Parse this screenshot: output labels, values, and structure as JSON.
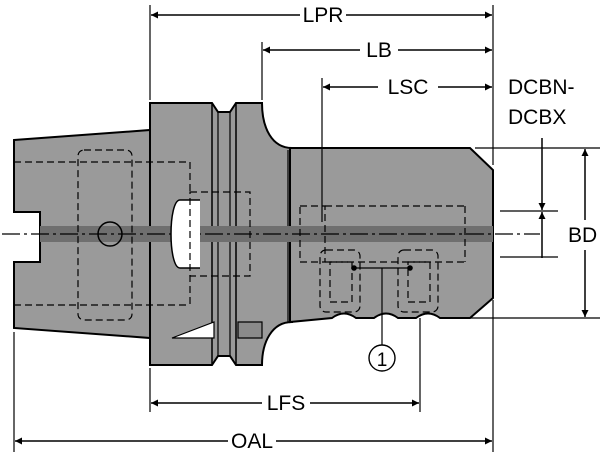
{
  "colors": {
    "body_fill": "#9a9a9a",
    "bore_band": "#6f6f6f",
    "line": "#000000",
    "background": "#ffffff"
  },
  "labels": {
    "lpr": "LPR",
    "lb": "LB",
    "lsc": "LSC",
    "dcbn": "DCBN-",
    "dcbx": "DCBX",
    "bd": "BD",
    "lfs": "LFS",
    "oal": "OAL",
    "callout": "1"
  }
}
